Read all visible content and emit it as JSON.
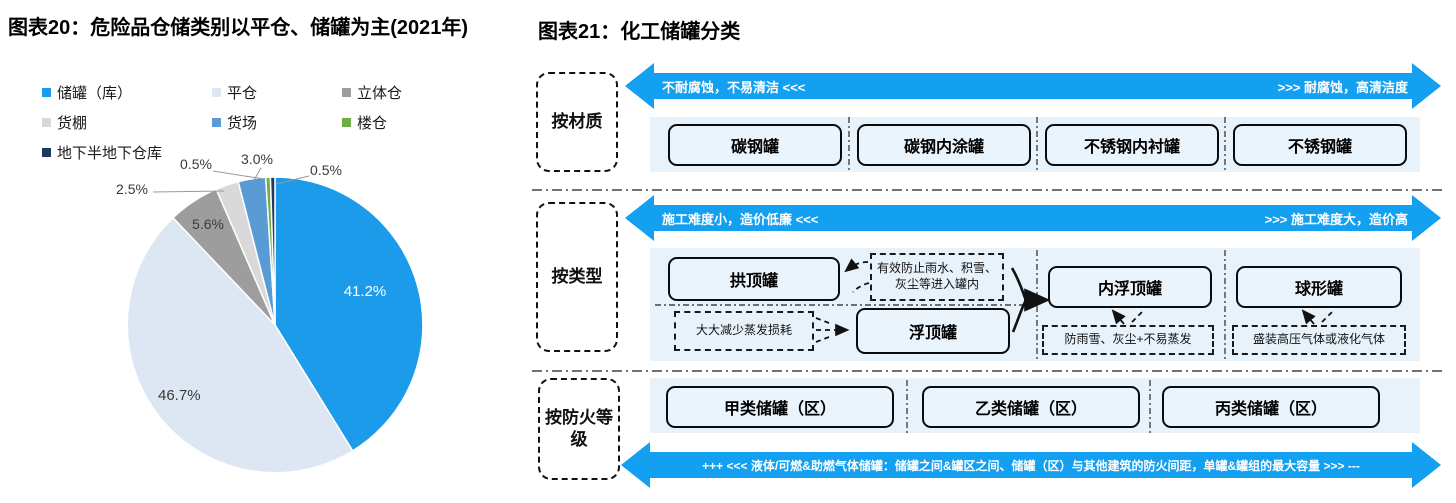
{
  "left_chart": {
    "title": "图表20：危险品仓储类别以平仓、储罐为主(2021年)"
  },
  "chart_data": {
    "type": "pie",
    "title": "图表20：危险品仓储类别以平仓、储罐为主(2021年)",
    "categories": [
      "储罐（库）",
      "平仓",
      "立体仓",
      "货棚",
      "货场",
      "楼仓",
      "地下半地下仓库"
    ],
    "values": [
      41.2,
      46.7,
      5.6,
      2.5,
      3.0,
      0.5,
      0.5
    ],
    "colors": [
      "#1B9BEA",
      "#DCE7F3",
      "#9D9D9D",
      "#D9D9D9",
      "#5B9BD5",
      "#6FAD47",
      "#1F3864"
    ],
    "label_format": "percent",
    "legend_position": "top-left",
    "start_angle": "12-oclock-clockwise"
  },
  "right_diagram": {
    "title": "图表21：化工储罐分类",
    "accent_color": "#14A0F1",
    "band_color": "#E7F2FA",
    "rows": [
      {
        "label": "按材质",
        "arrow_left": "不耐腐蚀，不易清洁 <<<",
        "arrow_right": ">>> 耐腐蚀，高清洁度",
        "boxes": [
          "碳钢罐",
          "碳钢内涂罐",
          "不锈钢内衬罐",
          "不锈钢罐"
        ]
      },
      {
        "label": "按类型",
        "arrow_left": "施工难度小，造价低廉 <<<",
        "arrow_right": ">>> 施工难度大，造价高",
        "boxes": [
          "拱顶罐",
          "浮顶罐",
          "内浮顶罐",
          "球形罐"
        ],
        "annotations": [
          "有效防止雨水、积雪、灰尘等进入罐内",
          "大大减少蒸发损耗",
          "防雨雪、灰尘+不易蒸发",
          "盛装高压气体或液化气体"
        ]
      },
      {
        "label": "按防火等级",
        "boxes": [
          "甲类储罐（区）",
          "乙类储罐（区）",
          "丙类储罐（区）"
        ],
        "bottom_arrow": "+++ <<< 液体/可燃&助燃气体储罐：储罐之间&罐区之间、储罐（区）与其他建筑的防火间距，单罐&罐组的最大容量 >>> ---"
      }
    ]
  }
}
